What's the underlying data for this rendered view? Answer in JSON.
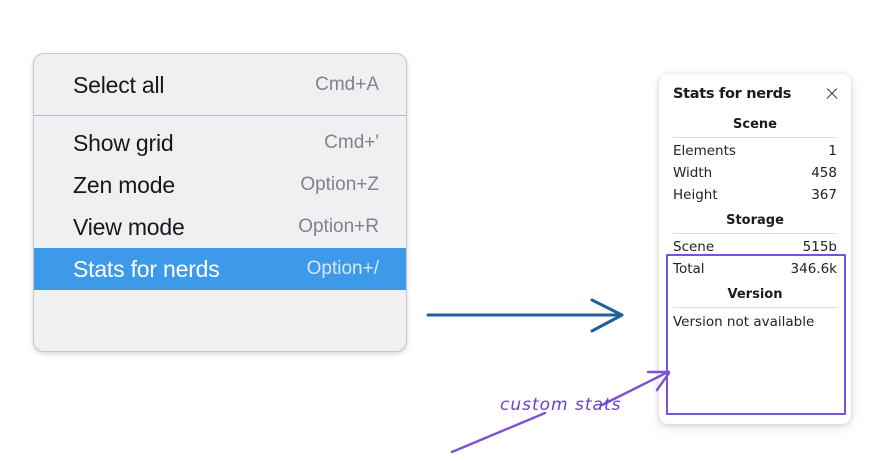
{
  "menu": {
    "groups": [
      {
        "items": [
          {
            "label": "Select all",
            "shortcut": "Cmd+A",
            "selected": false
          }
        ]
      },
      {
        "items": [
          {
            "label": "Show grid",
            "shortcut": "Cmd+'",
            "selected": false
          },
          {
            "label": "Zen mode",
            "shortcut": "Option+Z",
            "selected": false
          },
          {
            "label": "View mode",
            "shortcut": "Option+R",
            "selected": false
          },
          {
            "label": "Stats for nerds",
            "shortcut": "Option+/",
            "selected": true
          }
        ]
      }
    ],
    "selected_color": "#3d9ae8"
  },
  "stats_panel": {
    "title": "Stats for nerds",
    "close_icon": "close-icon",
    "sections": [
      {
        "title": "Scene",
        "rows": [
          {
            "key": "Elements",
            "value": "1"
          },
          {
            "key": "Width",
            "value": "458"
          },
          {
            "key": "Height",
            "value": "367"
          }
        ]
      },
      {
        "title": "Storage",
        "rows": [
          {
            "key": "Scene",
            "value": "515b"
          },
          {
            "key": "Total",
            "value": "346.6k"
          }
        ]
      },
      {
        "title": "Version",
        "note": "Version not available"
      }
    ]
  },
  "annotations": {
    "label": "custom stats",
    "label_color": "#6b3fd4",
    "highlight_color": "#7b52d6",
    "flow_arrow_color": "#1f5f9e"
  }
}
